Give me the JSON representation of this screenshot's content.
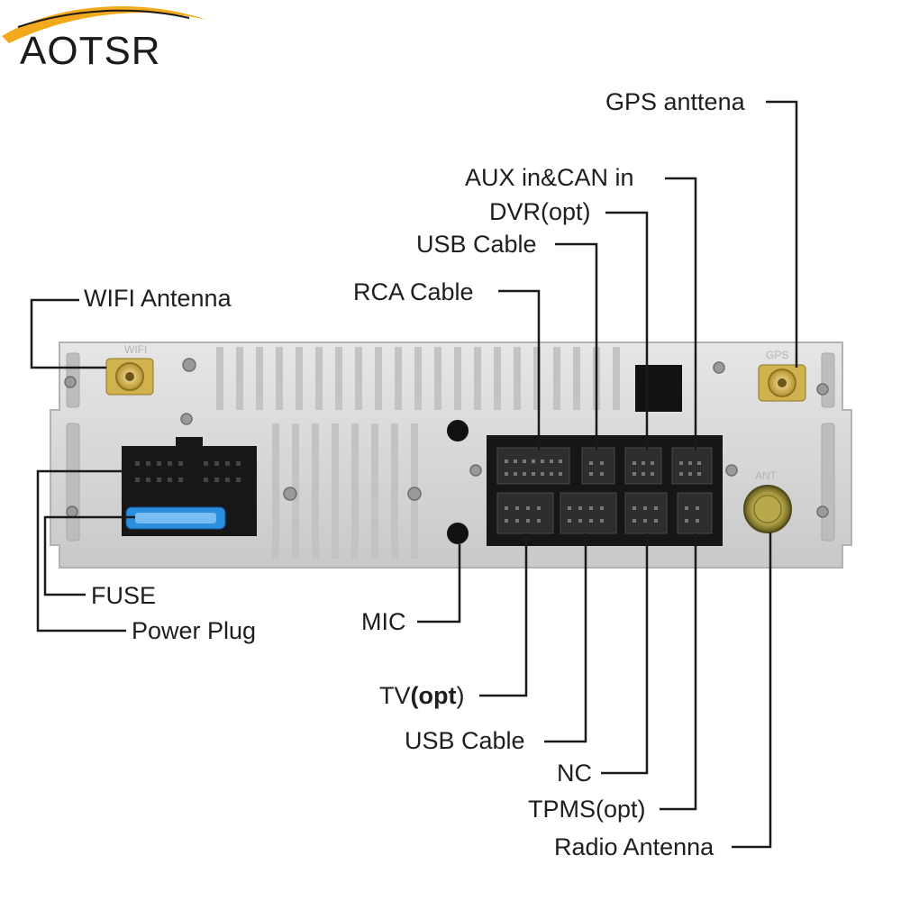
{
  "brand": {
    "name": "AOTSR",
    "swoosh_color": "#f3a91c"
  },
  "unit": {
    "body_color": "#d9d9d9",
    "connector_color": "#151515",
    "fuse_color": "#2b8fe0",
    "silk_wifi": "WIFI",
    "silk_gps": "GPS",
    "silk_ant": "ANT"
  },
  "labels": {
    "gps_antenna": "GPS anttena",
    "aux_can": "AUX in&CAN in",
    "dvr": "DVR(opt)",
    "usb_cable_top": "USB Cable",
    "wifi_antenna": "WIFI Antenna",
    "rca_cable": "RCA Cable",
    "fuse": "FUSE",
    "power_plug": "Power Plug",
    "mic": "MIC",
    "tv": "TV",
    "tv_opt": "(opt",
    "tv_close": ")",
    "usb_cable_bottom": "USB Cable",
    "nc": "NC",
    "tpms": "TPMS(opt)",
    "radio_antenna": "Radio Antenna"
  }
}
